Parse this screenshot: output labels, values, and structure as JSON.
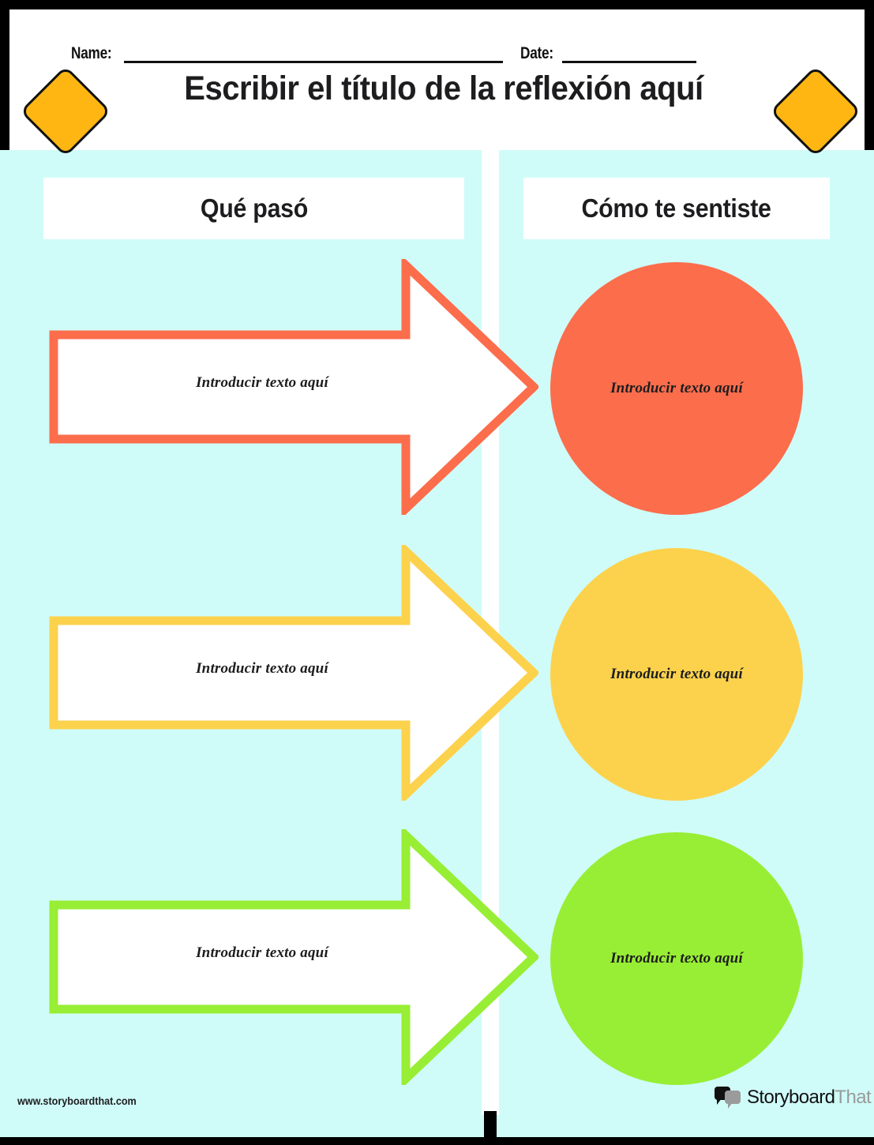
{
  "page": {
    "background_color": "#CFFCF9",
    "frame_color": "#000000",
    "header_background": "#ffffff"
  },
  "header": {
    "name_label": "Name:",
    "date_label": "Date:",
    "title": "Escribir el título de la reflexión aquí",
    "diamond_color": "#FFB612",
    "diamond_border_color": "#111111"
  },
  "columns": [
    {
      "label": "Qué pasó"
    },
    {
      "label": "Cómo te sentiste"
    }
  ],
  "rows": [
    {
      "color": "#FC6D4C",
      "arrow_text": "Introducir texto aquí",
      "circle_text": "Introducir texto aquí"
    },
    {
      "color": "#FCD24D",
      "arrow_text": "Introducir texto aquí",
      "circle_text": "Introducir texto aquí"
    },
    {
      "color": "#98EE34",
      "arrow_text": "Introducir texto aquí",
      "circle_text": "Introducir texto aquí"
    }
  ],
  "footer": {
    "url": "www.storyboardthat.com",
    "logo_text_primary": "Storyboard",
    "logo_text_secondary": "That"
  }
}
